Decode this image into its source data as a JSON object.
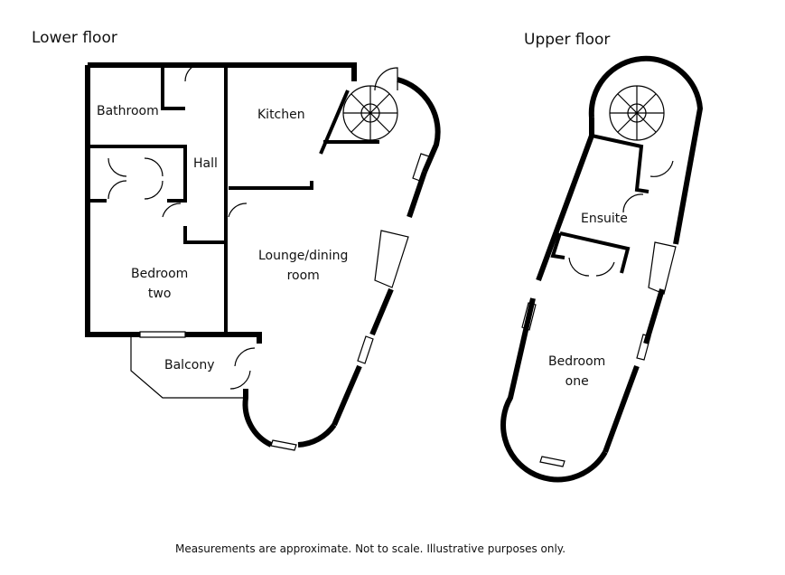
{
  "titles": {
    "lower": "Lower floor",
    "upper": "Upper floor"
  },
  "lower_rooms": {
    "bathroom": "Bathroom",
    "kitchen": "Kitchen",
    "hall": "Hall",
    "bedroom_two_1": "Bedroom",
    "bedroom_two_2": "two",
    "lounge_1": "Lounge/dining",
    "lounge_2": "room",
    "balcony": "Balcony"
  },
  "upper_rooms": {
    "ensuite": "Ensuite",
    "bedroom_one_1": "Bedroom",
    "bedroom_one_2": "one"
  },
  "disclaimer": "Measurements are approximate. Not to scale. Illustrative purposes only."
}
